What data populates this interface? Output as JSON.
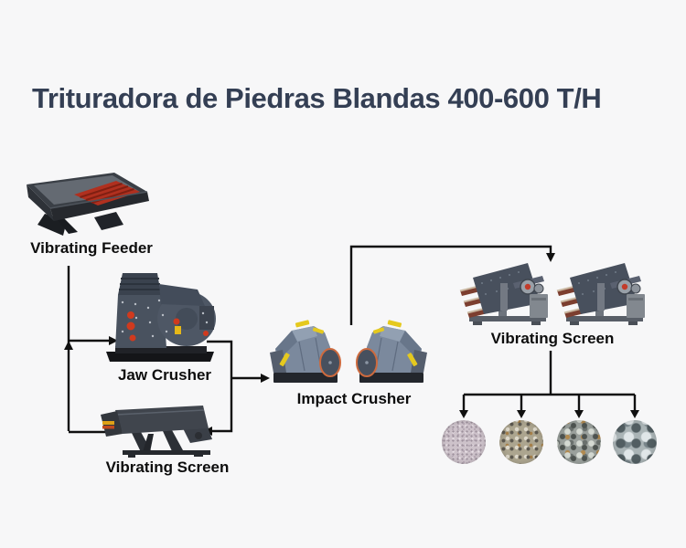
{
  "page": {
    "title": "Trituradora de Piedras Blandas 400-600 T/H",
    "title_color": "#343f54",
    "background_color": "#f7f7f8"
  },
  "machines": {
    "vibrating_feeder": {
      "label": "Vibrating Feeder"
    },
    "jaw_crusher": {
      "label": "Jaw Crusher"
    },
    "vibrating_screen_left": {
      "label": "Vibrating Screen"
    },
    "impact_crusher": {
      "label": "Impact Crusher"
    },
    "vibrating_screen_right": {
      "label": "Vibrating Screen"
    }
  },
  "flow": {
    "line_color": "#101010",
    "connections": [
      "vibrating-feeder -> jaw-crusher",
      "jaw-crusher -> vibrating-screen-left",
      "vibrating-screen-left -> jaw-crusher (recirculation, up arrow)",
      "screen-circuit -> impact-crusher",
      "impact-crusher -> vibrating-screen-right (overhead line)",
      "vibrating-screen-right -> 4 graded product outputs"
    ]
  },
  "products": [
    {
      "name": "fine-sand",
      "base_color": "#cdc2ca"
    },
    {
      "name": "small-aggregate",
      "base_color": "#aca58f"
    },
    {
      "name": "medium-aggregate",
      "base_color": "#9aa09c"
    },
    {
      "name": "coarse-aggregate",
      "base_color": "#aab4b6"
    }
  ],
  "palette": {
    "machine_dark": "#3c424e",
    "impact_body_slate": "#7b899d",
    "feeder_deck_red": "#b0301f",
    "accent_yellow": "#e5c91e",
    "flywheel_ring_orange": "#cd6a3e",
    "screen_deck_brown": "#7c3e2f"
  }
}
